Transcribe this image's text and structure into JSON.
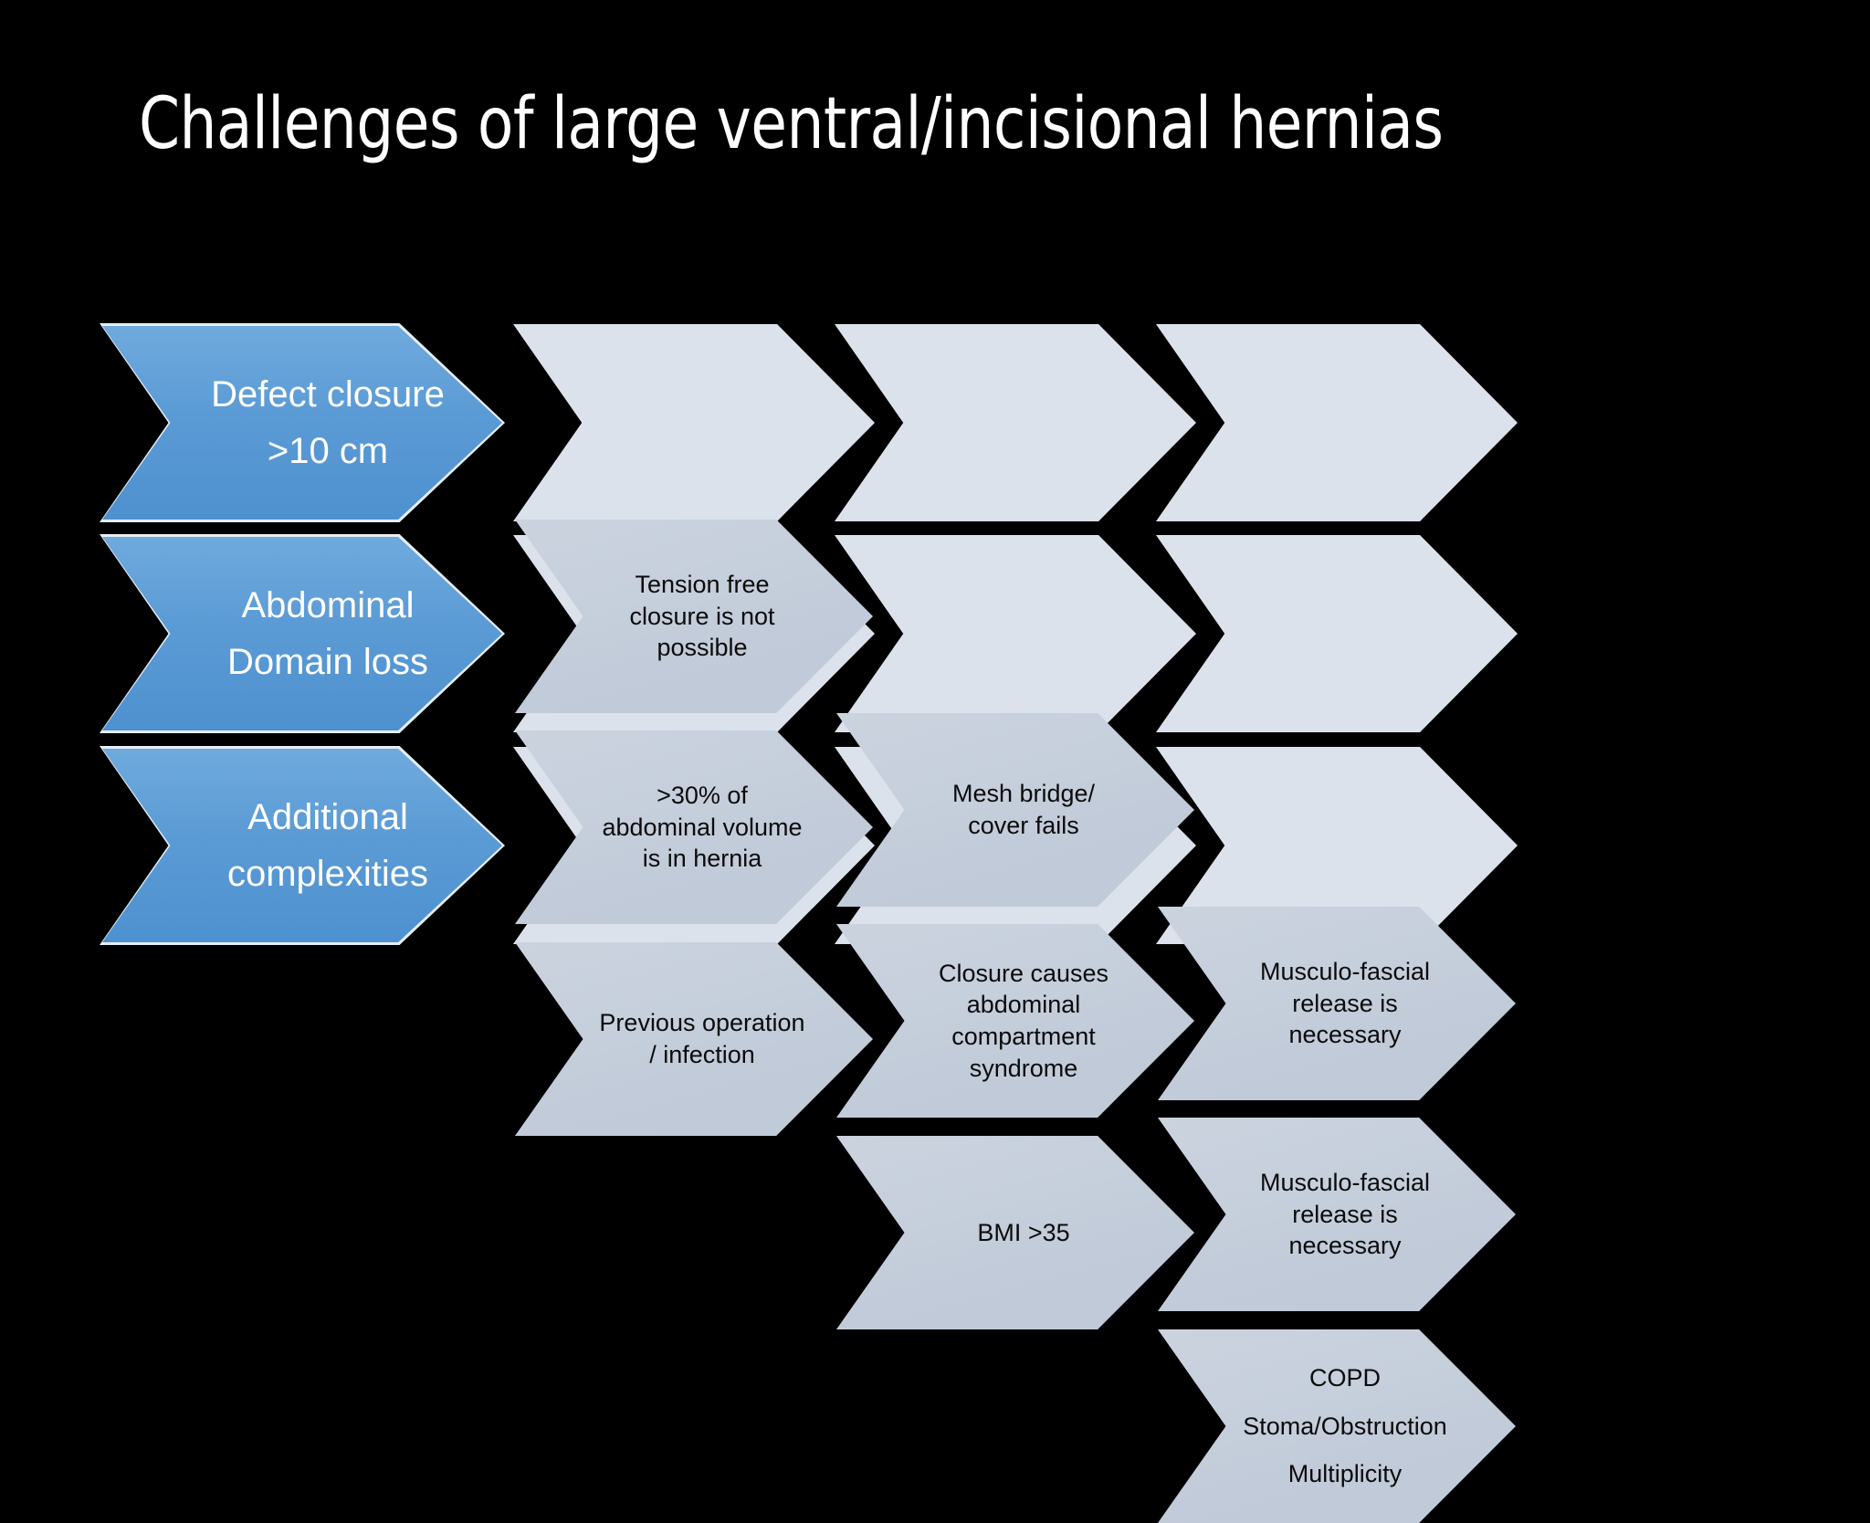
{
  "slide": {
    "background_color": "#000000",
    "title": "Challenges of large ventral/incisional hernias",
    "title_color": "#FFFFFF"
  },
  "palette": {
    "lead_fill": "#5B9BD5",
    "step_fill": "#C5CDDB",
    "lead_text": "#FFFFFF",
    "step_text": "#0B0B0B",
    "outline": "#E7EDF4"
  },
  "diagram": {
    "type": "process-chevron",
    "rows": [
      {
        "lead": {
          "lines": [
            "Defect closure",
            ">10 cm"
          ]
        },
        "steps": [
          {
            "lines": [
              "Tension free",
              "closure is not",
              "possible"
            ]
          },
          {
            "lines": [
              "Mesh bridge/",
              "cover fails"
            ]
          },
          {
            "lines": [
              "Musculo-fascial",
              "release is",
              "necessary"
            ]
          }
        ]
      },
      {
        "lead": {
          "lines": [
            "Abdominal",
            "Domain loss"
          ]
        },
        "steps": [
          {
            "lines": [
              ">30% of",
              "abdominal volume",
              "is in hernia"
            ]
          },
          {
            "lines": [
              "Closure causes",
              "abdominal",
              "compartment",
              "syndrome"
            ]
          },
          {
            "lines": [
              "Musculo-fascial",
              "release is",
              "necessary"
            ]
          }
        ]
      },
      {
        "lead": {
          "lines": [
            "Additional",
            "complexities"
          ]
        },
        "steps": [
          {
            "lines": [
              "Previous operation",
              "/ infection"
            ]
          },
          {
            "lines": [
              "BMI >35"
            ]
          },
          {
            "lines": [
              "COPD",
              "Stoma/Obstruction",
              "Multiplicity"
            ],
            "loose": true
          }
        ]
      }
    ]
  }
}
